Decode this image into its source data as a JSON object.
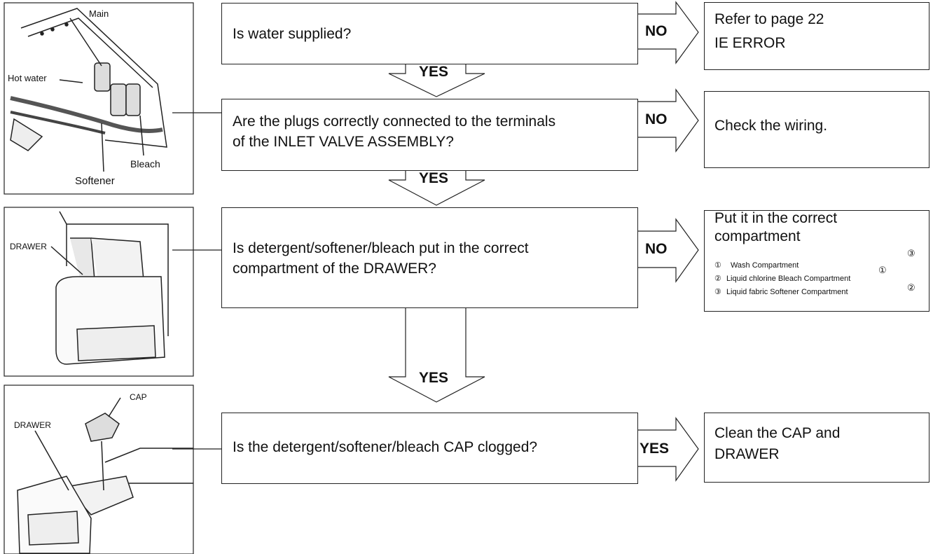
{
  "questions": [
    {
      "text": "Is water supplied?",
      "answer_label": "NO",
      "next_label": "YES"
    },
    {
      "line1": "Are the plugs correctly connected to the terminals",
      "line2": "of the INLET VALVE ASSEMBLY?",
      "answer_label": "NO",
      "next_label": "YES"
    },
    {
      "line1": "Is detergent/softener/bleach put in the correct",
      "line2": "compartment of the DRAWER?",
      "answer_label": "NO",
      "next_label": "YES"
    },
    {
      "text": "Is the detergent/softener/bleach CAP clogged?",
      "answer_label": "YES"
    }
  ],
  "results": [
    {
      "line1": "Refer to page 22",
      "line2": "IE ERROR"
    },
    {
      "text": "Check the wiring."
    },
    {
      "line1": "Put it in the correct",
      "line2": "compartment",
      "legend": [
        {
          "num": "①",
          "text": "Wash Compartment"
        },
        {
          "num": "②",
          "text": "Liquid chlorine Bleach Compartment"
        },
        {
          "num": "③",
          "text": "Liquid fabric Softener Compartment"
        }
      ],
      "grid": {
        "left": "①",
        "top_right": "③",
        "bottom_right": "②"
      }
    },
    {
      "line1": "Clean the CAP and",
      "line2": "DRAWER"
    }
  ],
  "photos": [
    {
      "labels": {
        "main": "Main",
        "hot_water": "Hot water",
        "bleach": "Bleach",
        "softener": "Softener"
      }
    },
    {
      "labels": {
        "drawer": "DRAWER"
      }
    },
    {
      "labels": {
        "cap": "CAP",
        "drawer": "DRAWER"
      }
    }
  ]
}
